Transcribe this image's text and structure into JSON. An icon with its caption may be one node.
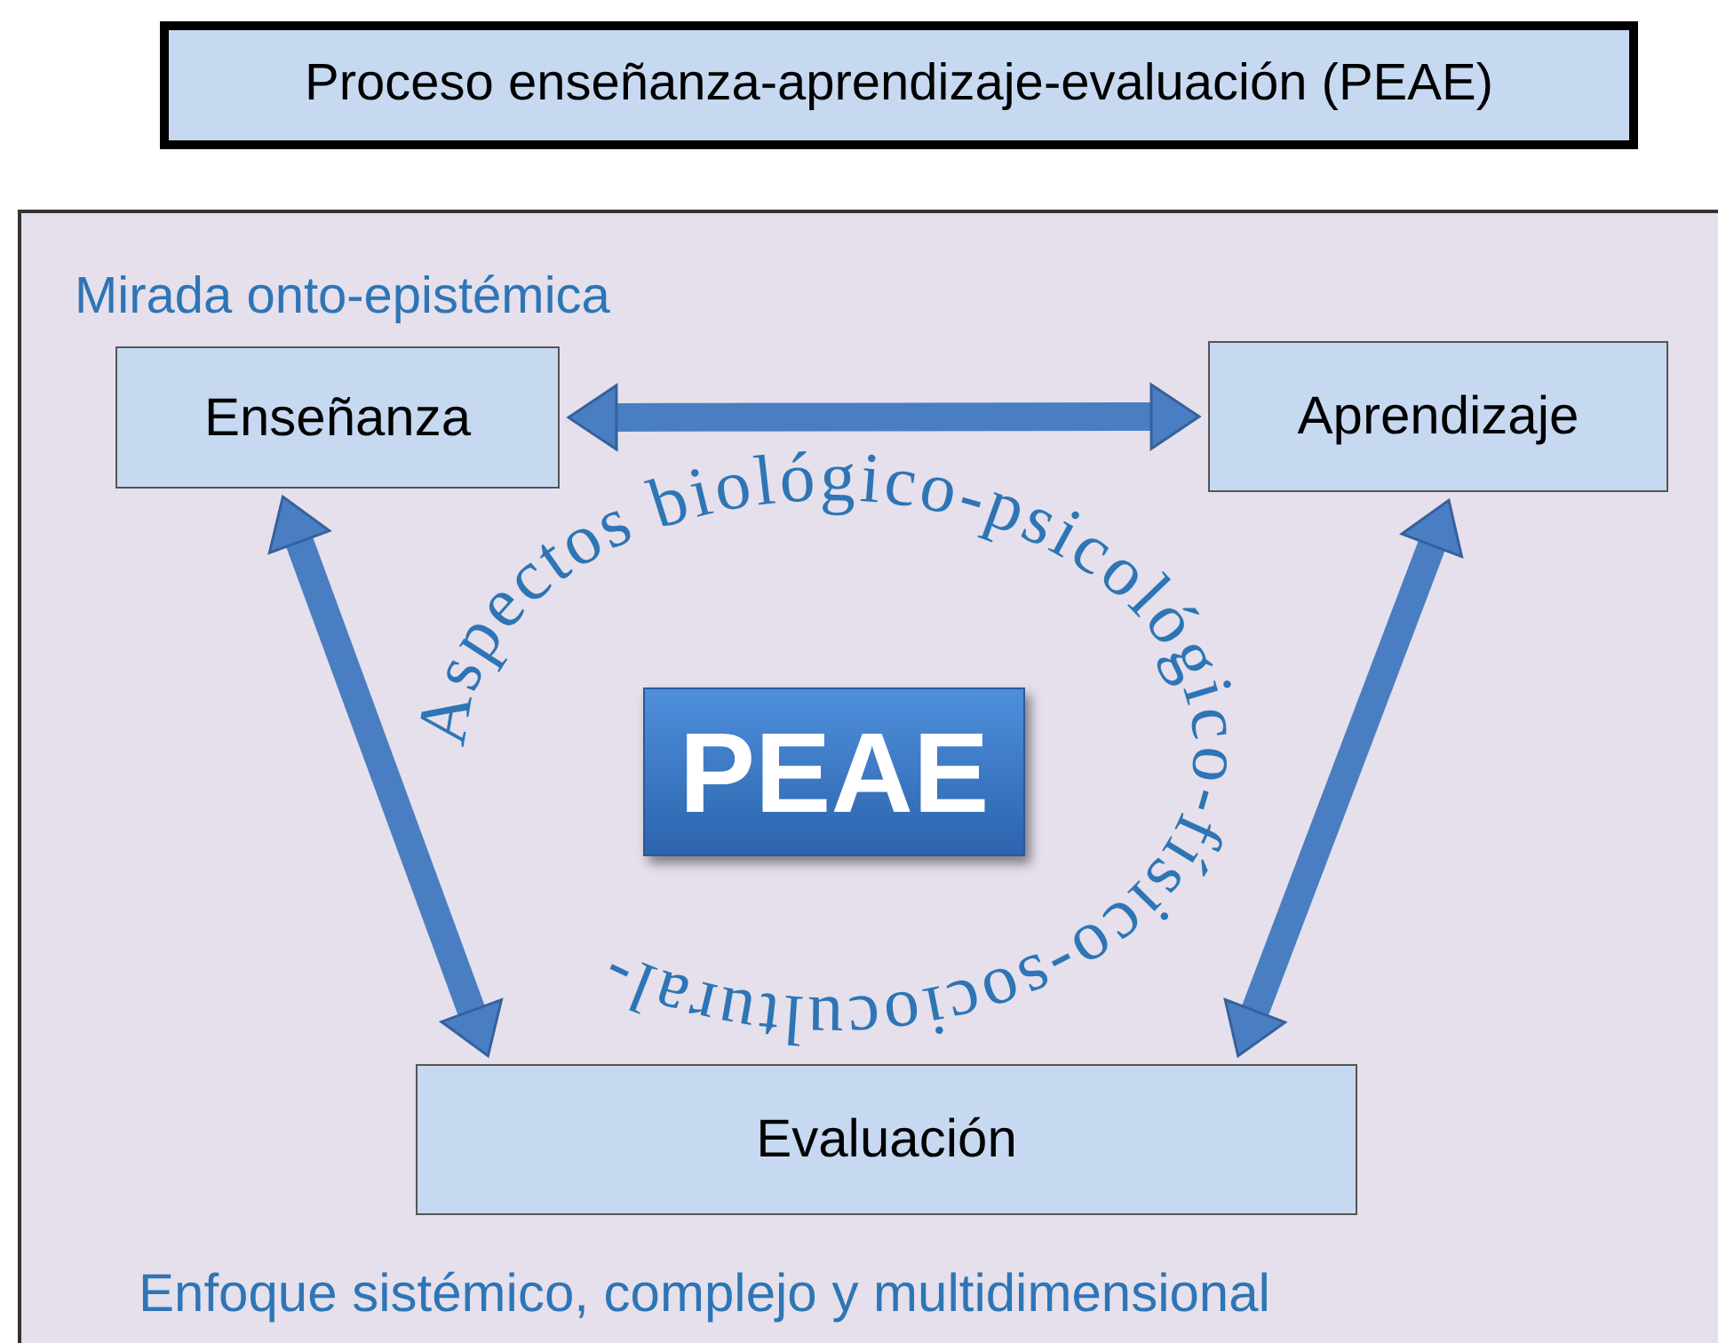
{
  "diagram": {
    "nodes": [
      {
        "text": [
          "Proceso enseñanza-aprendizaje-evaluación (PEAE)"
        ]
      },
      {
        "text": [
          "Mirada onto-epistémica",
          "Enfoque sistémico, complejo y multidimensional"
        ]
      },
      {
        "text": [
          "Enseñanza"
        ],
        "in": 1
      },
      {
        "text": [
          "Aprendizaje"
        ],
        "in": 1
      },
      {
        "text": [
          "Evaluación"
        ],
        "in": 1
      },
      {
        "text": [
          "PEAE"
        ],
        "in": 1
      }
    ],
    "edges": [
      {
        "from": 2,
        "to": 3,
        "arrow": "both"
      },
      {
        "from": 2,
        "to": 4,
        "arrow": "both"
      },
      {
        "from": 3,
        "to": 4,
        "arrow": "both"
      }
    ],
    "labels": [
      "Aspectos biológico-psicológico-físico-sociocultural-"
    ]
  }
}
